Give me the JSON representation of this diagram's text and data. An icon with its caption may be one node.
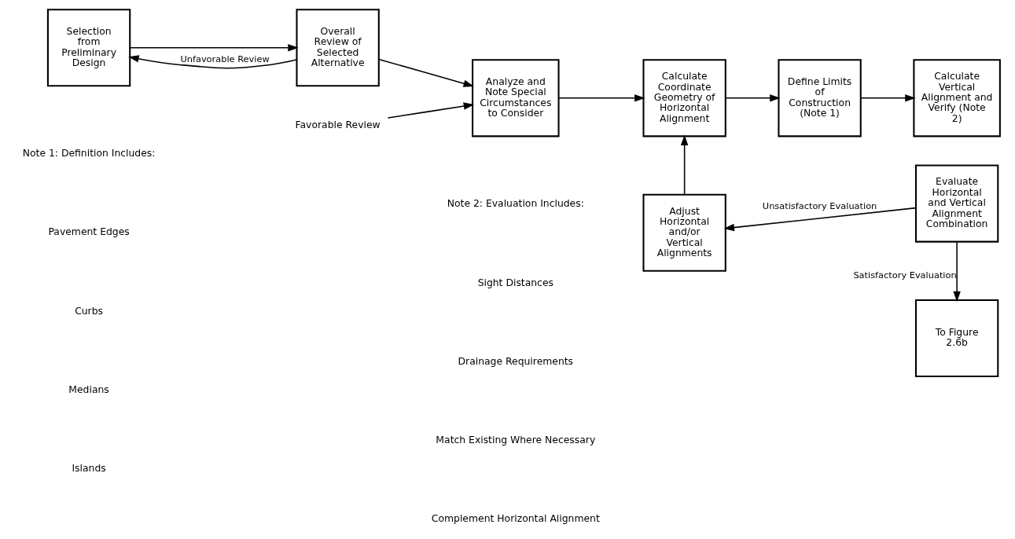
{
  "diagram": {
    "nodes": [
      {
        "text": [
          "Selection from Preliminary Design"
        ]
      },
      {
        "text": [
          "Overall Review of Selected Alternative"
        ]
      },
      {
        "text": [
          "Analyze and Note Special Circumstances to Consider"
        ]
      },
      {
        "text": [
          "Calculate Coordinate Geometry of Horizontal Alignment"
        ]
      },
      {
        "text": [
          "Define Limits of Construction (Note 1)"
        ]
      },
      {
        "text": [
          "Calculate Vertical Alignment and Verify (Note 2)"
        ]
      },
      {
        "text": [
          "Adjust Horizontal and/or Vertical Alignments"
        ]
      },
      {
        "text": [
          "Evaluate Horizontal and Vertical Alignment Combination"
        ]
      },
      {
        "text": [
          "To Figure 2.6b"
        ]
      },
      {
        "text": [
          "Favorable Review"
        ]
      }
    ],
    "edges": [
      {
        "from": 0,
        "to": 1,
        "arrow": "to"
      },
      {
        "from": 1,
        "to": 2,
        "arrow": "to"
      },
      {
        "from": 1,
        "to": 0,
        "arrow": "to",
        "label": "Unfavorable Review"
      },
      {
        "from": 9,
        "to": 2,
        "arrow": "to"
      },
      {
        "from": 2,
        "to": 3,
        "arrow": "to"
      },
      {
        "from": 3,
        "to": 4,
        "arrow": "to"
      },
      {
        "from": 4,
        "to": 5,
        "arrow": "to"
      },
      {
        "from": 6,
        "to": 3,
        "arrow": "to"
      },
      {
        "from": 7,
        "to": 6,
        "arrow": "to",
        "label": "Unsatisfactory Evaluation"
      },
      {
        "from": 7,
        "to": 8,
        "arrow": "to",
        "label": "Satisfactory Evaluation"
      }
    ],
    "labels": [
      "Note 1: Definition Includes:",
      "Pavement Edges",
      "Curbs",
      "Medians",
      "Islands",
      "Note 2: Evaluation Includes:",
      "Sight Distances",
      "Drainage Requirements",
      "Match Existing Where Necessary",
      "Complement Horizontal Alignment"
    ]
  }
}
